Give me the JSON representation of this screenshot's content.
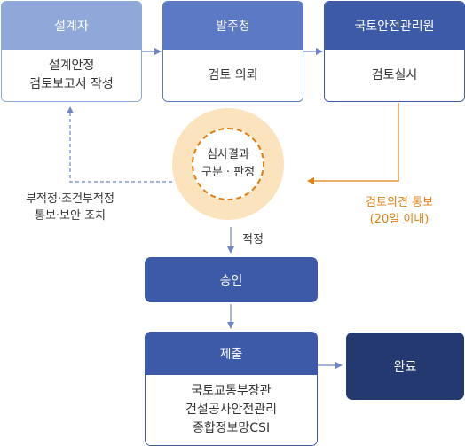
{
  "nodes": {
    "designer": {
      "title": "설계자",
      "body": [
        "설계안정",
        "검토보고서 작성"
      ]
    },
    "client": {
      "title": "발주청",
      "body": [
        "검토 의뢰"
      ]
    },
    "agency": {
      "title": "국토안전관리원",
      "body": [
        "검토실시"
      ]
    },
    "review": {
      "lines": [
        "심사결과",
        "구분 · 판정"
      ]
    },
    "approval": {
      "title": "승인"
    },
    "submit": {
      "title": "제출",
      "body": [
        "국토교통부장관",
        "건설공사안전관리",
        "종합정보망CSI"
      ]
    },
    "complete": {
      "title": "완료"
    }
  },
  "edge_labels": {
    "notify": [
      "검토의견 통보",
      "(20일 이내)"
    ],
    "fail": [
      "부적정·조건부적정",
      "통보·보안 조치"
    ],
    "pass": "적정"
  },
  "colors": {
    "light_header": "#8fa7d9",
    "mid_header": "#5b79c4",
    "approval": "#3d5aa8",
    "dark": "#24396f",
    "border": "#5b75bd",
    "arrow": "#6d84c8",
    "orange": "#e07f12",
    "ring": "#fbe3bd"
  }
}
